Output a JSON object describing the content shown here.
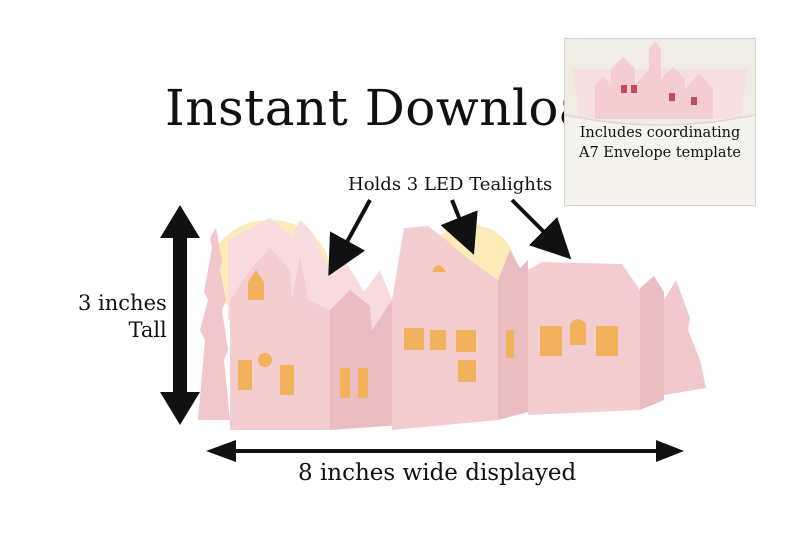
{
  "title": "Instant Download",
  "inset": {
    "line1": "Includes coordinating",
    "line2": "A7 Envelope template"
  },
  "callout": "Holds 3 LED Tealights",
  "height": {
    "line1": "3 inches",
    "line2": "Tall"
  },
  "width": "8 inches wide displayed",
  "colors": {
    "paper": "#f4cdd0",
    "paper_shade": "#e8b8bd",
    "glow": "#fbe6a6",
    "window": "#f2b25c",
    "arrow": "#111111"
  }
}
